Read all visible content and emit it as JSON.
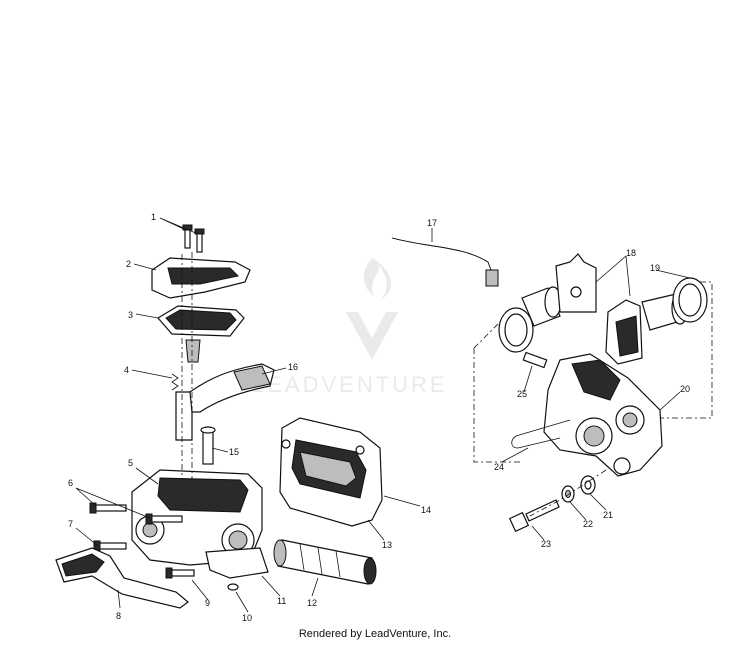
{
  "diagram": {
    "callouts": [
      "1",
      "2",
      "3",
      "4",
      "5",
      "6",
      "7",
      "8",
      "9",
      "10",
      "11",
      "12",
      "13",
      "14",
      "15",
      "16",
      "17",
      "18",
      "19",
      "20",
      "21",
      "22",
      "23",
      "24",
      "25"
    ],
    "watermark_text": "LEADVENTURE",
    "footer_text": "Rendered by LeadVenture, Inc."
  }
}
